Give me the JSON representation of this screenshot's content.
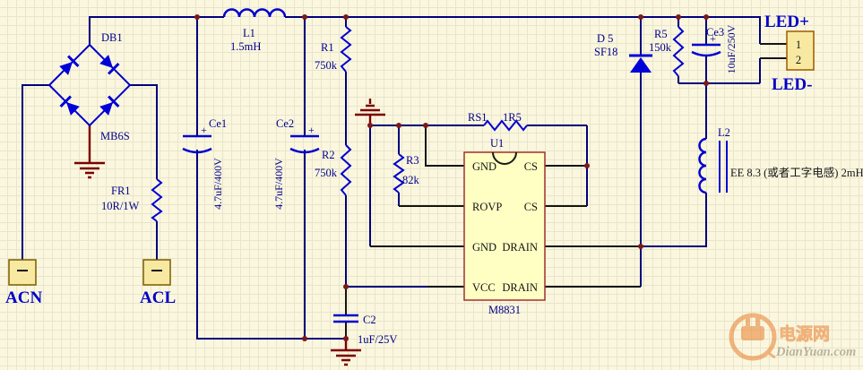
{
  "diagram_type": "led-driver-circuit-schematic",
  "colors": {
    "background": "#FBF7DF",
    "grid": "#E9E5CB",
    "wire": "#00007D",
    "symbol": "#0000D0",
    "pin_wire": "#141414",
    "junction": "#7B1A1A",
    "ground": "#7B0000",
    "ic_fill": "#FFFFC4",
    "ic_border": "#A03030",
    "connector_fill": "#F7E9A2",
    "label_blue": "#00008B",
    "watermark_orange": "#E87E2E"
  },
  "components": {
    "db1": {
      "ref": "DB1",
      "part": "MB6S"
    },
    "l1": {
      "ref": "L1",
      "value": "1.5mH"
    },
    "fr1": {
      "ref": "FR1",
      "value": "10R/1W"
    },
    "ce1": {
      "ref": "Ce1",
      "value": "4.7uF/400V",
      "polarity": "+"
    },
    "ce2": {
      "ref": "Ce2",
      "value": "4.7uF/400V",
      "polarity": "+"
    },
    "ce3": {
      "ref": "Ce3",
      "value": "10uF/250V",
      "polarity": "+"
    },
    "r1": {
      "ref": "R1",
      "value": "750k"
    },
    "r2": {
      "ref": "R2",
      "value": "750k"
    },
    "r3": {
      "ref": "R3",
      "value": "82k"
    },
    "rs1": {
      "ref": "RS1",
      "value": "1R5"
    },
    "r5": {
      "ref": "R5",
      "value": "150k"
    },
    "d5": {
      "ref": "D 5",
      "part": "SF18"
    },
    "c2": {
      "ref": "C2",
      "value": "1uF/25V"
    },
    "l2": {
      "ref": "L2",
      "value": "EE 8.3 (或者工字电感) 2mH"
    },
    "u1": {
      "ref": "U1",
      "part": "M8831",
      "pins": {
        "gnd1": "GND",
        "rovp": "ROVP",
        "gnd3": "GND",
        "vcc": "VCC",
        "cs1": "CS",
        "cs2": "CS",
        "drain3": "DRAIN",
        "drain4": "DRAIN"
      }
    },
    "ac_neutral": {
      "label": "ACN"
    },
    "ac_live": {
      "label": "ACL"
    },
    "led_connector": {
      "pos": "LED+",
      "neg": "LED-",
      "pin1": "1",
      "pin2": "2"
    }
  },
  "watermark": {
    "cn": "电源网",
    "en": "DianYuan.com"
  }
}
